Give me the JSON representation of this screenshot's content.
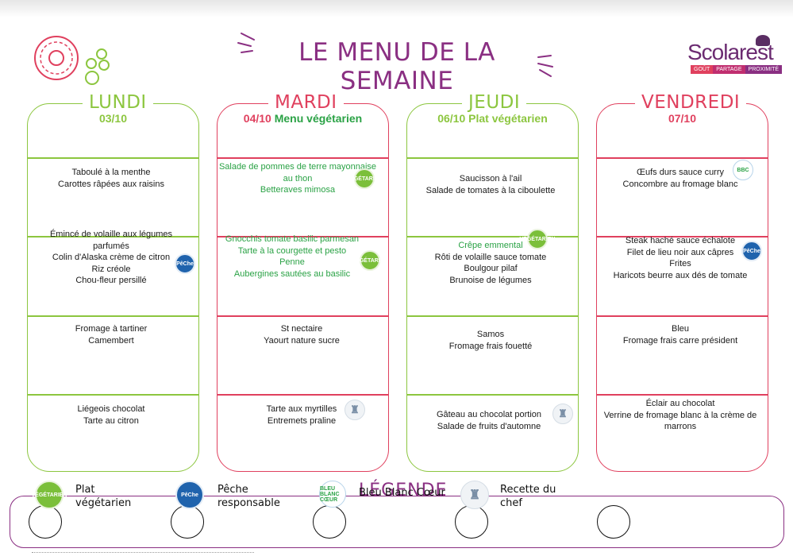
{
  "title": "LE MENU DE LA SEMAINE",
  "logo": {
    "brand": "Scolarest",
    "tagline": [
      "GOÛT",
      "PARTAGE",
      "PROXIMITÉ"
    ]
  },
  "colors": {
    "green": "#8cc63f",
    "pink": "#e0405e",
    "purple": "#8a2f82",
    "veg_text": "#2aa245"
  },
  "days": [
    {
      "name": "LUNDI",
      "date": "03/10",
      "subtitle": "",
      "courses": [
        {
          "items": [
            "Taboulé à la menthe",
            "Carottes râpées aux raisins"
          ]
        },
        {
          "items": [
            "Émincé de volaille aux légumes parfumés",
            "Colin d'Alaska crème de citron",
            "Riz créole",
            "Chou-fleur persillé"
          ],
          "badge": "fish"
        },
        {
          "items": [
            "Fromage à tartiner",
            "Camembert"
          ]
        },
        {
          "items": [
            "Liégeois chocolat",
            "Tarte au citron"
          ]
        }
      ]
    },
    {
      "name": "MARDI",
      "date": "04/10",
      "subtitle": "Menu végétarien",
      "courses": [
        {
          "items": [
            "Salade de pommes de terre mayonnaise au thon",
            "Betteraves mimosa"
          ],
          "badge": "veg",
          "green": true
        },
        {
          "items": [
            "Gnocchis tomate basilic parmesan",
            "Tarte à la courgette et pesto",
            "Penne",
            "Aubergines sautées au basilic"
          ],
          "badge": "veg",
          "green": true
        },
        {
          "items": [
            "St nectaire",
            "Yaourt nature sucre"
          ]
        },
        {
          "items": [
            "Tarte aux myrtilles",
            "Entremets praline"
          ],
          "badge": "chef"
        }
      ]
    },
    {
      "name": "JEUDI",
      "date": "06/10",
      "subtitle": "Plat végétarien",
      "courses": [
        {
          "items": [
            "Saucisson à l'ail",
            "Salade de tomates à la ciboulette"
          ]
        },
        {
          "items": [
            "Crêpe emmental",
            "Rôti de volaille sauce tomate",
            "Boulgour pilaf",
            "Brunoise de légumes"
          ],
          "badge": "veg",
          "green_first": true
        },
        {
          "items": [
            "Samos",
            "Fromage frais fouetté"
          ]
        },
        {
          "items": [
            "Gâteau au chocolat portion",
            "Salade de fruits d'automne"
          ],
          "badge": "chef"
        }
      ]
    },
    {
      "name": "VENDREDI",
      "date": "07/10",
      "subtitle": "",
      "courses": [
        {
          "items": [
            "Œufs durs sauce curry",
            "Concombre au fromage blanc"
          ],
          "badge": "bbc"
        },
        {
          "items": [
            "Steak haché sauce échalote",
            "Filet de lieu noir aux câpres",
            "Frites",
            "Haricots beurre aux dés de tomate"
          ],
          "badge": "fish"
        },
        {
          "items": [
            "Bleu",
            "Fromage frais carre président"
          ]
        },
        {
          "items": [
            "Éclair au chocolat",
            "Verrine de fromage blanc à la crème de marrons"
          ]
        }
      ]
    }
  ],
  "legend": {
    "title": "LÉGENDE",
    "items": [
      {
        "label": "Plat végétarien",
        "icon": "vegetarian-icon"
      },
      {
        "label": "Pêche responsable",
        "icon": "peche-icon"
      },
      {
        "label": "Bleu Blanc Cœur",
        "icon": "bleu-blanc-coeur-icon"
      },
      {
        "label": "Recette du chef",
        "icon": "chef-icon"
      }
    ],
    "badge_text": {
      "veg": "VÉGÉTARIEN",
      "fish": "PêChe",
      "bbc": "BLEU BLANC CŒUR",
      "chef": "♜"
    }
  }
}
